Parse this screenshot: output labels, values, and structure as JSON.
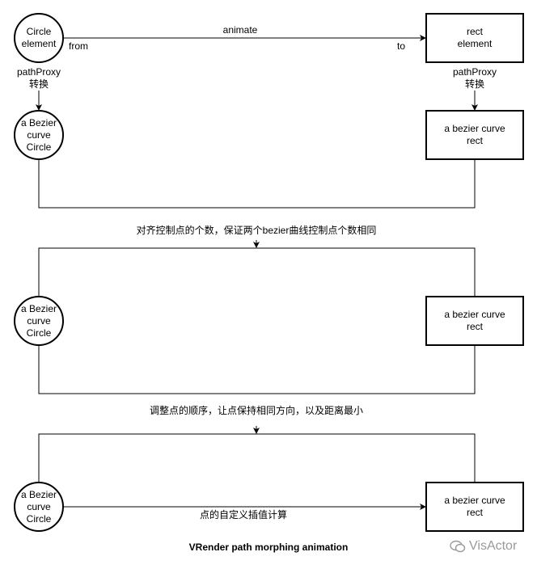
{
  "nodes": {
    "circle_element": [
      "Circle",
      "element"
    ],
    "rect_element": [
      "rect",
      "element"
    ],
    "bezier_circle": [
      "a Bezier",
      "curve",
      "Circle"
    ],
    "bezier_rect": [
      "a bezier curve",
      "rect"
    ]
  },
  "labels": {
    "animate": "animate",
    "from": "from",
    "to": "to",
    "path_proxy": [
      "pathProxy",
      "转换"
    ],
    "align_control_points": "对齐控制点的个数，保证两个bezier曲线控制点个数相同",
    "adjust_point_order": "调整点的顺序，让点保持相同方向，以及距离最小",
    "custom_interpolation": "点的自定义插值计算"
  },
  "caption": "VRender path morphing animation",
  "watermark": "VisActor"
}
